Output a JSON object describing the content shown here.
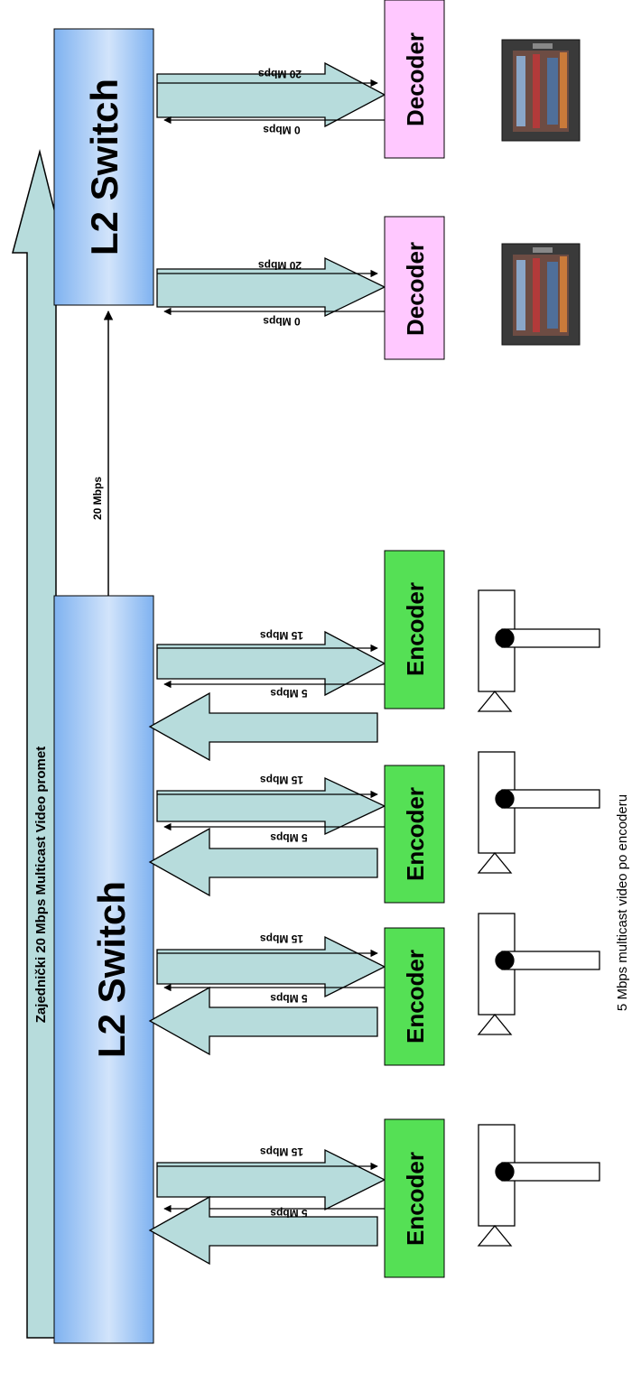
{
  "upper_switch": {
    "label": "L2 Switch"
  },
  "lower_switch": {
    "label": "L2 Switch"
  },
  "big_arrow": {
    "label": "Zajednički 20 Mbps Multicast Video promet"
  },
  "trunk_link": {
    "label": "20 Mbps"
  },
  "decoders": [
    {
      "label": "Decoder",
      "rate_in": "20 Mbps",
      "rate_out": "0 Mbps"
    },
    {
      "label": "Decoder",
      "rate_in": "20 Mbps",
      "rate_out": "0 Mbps"
    }
  ],
  "encoders": [
    {
      "label": "Encoder",
      "rate_in": "15 Mbps",
      "rate_out": "5 Mbps"
    },
    {
      "label": "Encoder",
      "rate_in": "15 Mbps",
      "rate_out": "5 Mbps"
    },
    {
      "label": "Encoder",
      "rate_in": "15 Mbps",
      "rate_out": "5 Mbps"
    },
    {
      "label": "Encoder",
      "rate_in": "15 Mbps",
      "rate_out": "5 Mbps"
    }
  ],
  "caption": "5 Mbps multicast video po encoderu",
  "colors": {
    "switch_fill_dark": "#7fb2f0",
    "switch_fill_light": "#e6f0ff",
    "arrow_fill": "#b7dcdc",
    "decoder_fill": "#ffc8ff",
    "encoder_fill": "#55e055"
  }
}
